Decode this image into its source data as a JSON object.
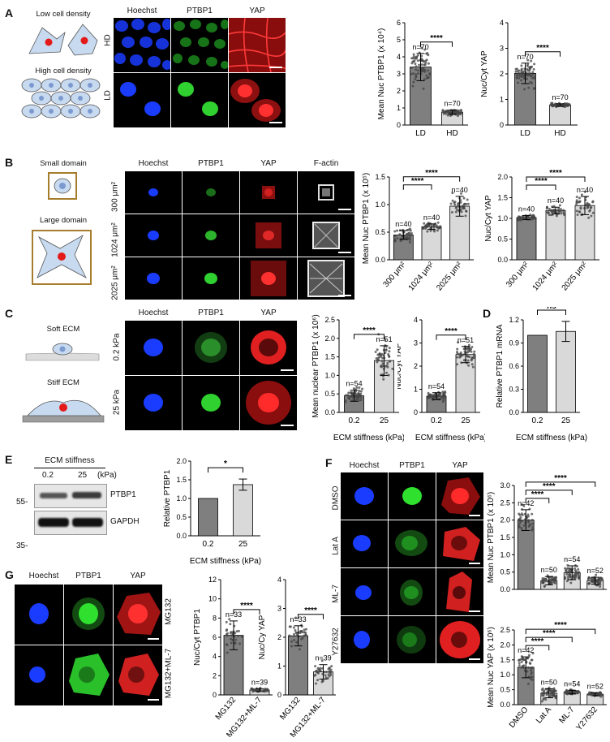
{
  "panels": [
    "A",
    "B",
    "C",
    "D",
    "E",
    "F",
    "G"
  ],
  "channels": {
    "hoechst": "Hoechst",
    "ptbp1": "PTBP1",
    "yap": "YAP",
    "factin": "F-actin"
  },
  "panelA": {
    "cartoon": [
      "Low cell density",
      "High cell density"
    ],
    "rows": [
      "HD",
      "LD"
    ]
  },
  "panelB": {
    "cartoon": [
      "Small domain",
      "Large domain"
    ],
    "rows": [
      "300 μm²",
      "1024 μm²",
      "2025 μm²"
    ]
  },
  "panelC": {
    "cartoon": [
      "Soft ECM",
      "Stiff ECM"
    ],
    "rows": [
      "0.2 kPa",
      "25 kPa"
    ]
  },
  "panelE": {
    "header": "ECM stiffness",
    "lanes": [
      "0.2",
      "25"
    ],
    "unit": "(kPa)",
    "bands": [
      "PTBP1",
      "GAPDH"
    ],
    "markers": [
      "55-",
      "35-"
    ]
  },
  "panelF": {
    "rows": [
      "DMSO",
      "Lat A",
      "ML-7",
      "Y27632"
    ]
  },
  "panelG": {
    "rows": [
      "MG132",
      "MG132+ML-7"
    ]
  },
  "colors": {
    "hoechst": "#1a3cff",
    "ptbp1": "#2fd02f",
    "yap": "#e41a1a",
    "bar_dark": "#7f7f7f",
    "bar_light": "#d9d9d9"
  },
  "chart_data": [
    {
      "id": "A1",
      "type": "bar",
      "categories": [
        "LD",
        "HD"
      ],
      "values": [
        3.4,
        0.75
      ],
      "errors": [
        0.8,
        0.12
      ],
      "n": [
        "n=70",
        "n=70"
      ],
      "ylabel": "Mean Nuc PTBP1 (x 10⁴)",
      "yticks": [
        0,
        1,
        2,
        3,
        4,
        5,
        6
      ],
      "ylim": [
        0,
        6
      ],
      "sig": [
        "****"
      ],
      "pairs": [
        [
          0,
          1
        ]
      ],
      "xlabel": ""
    },
    {
      "id": "A2",
      "type": "bar",
      "categories": [
        "LD",
        "HD"
      ],
      "values": [
        2.02,
        0.78
      ],
      "errors": [
        0.4,
        0.05
      ],
      "n": [
        "n=70",
        "n=70"
      ],
      "ylabel": "Nuc/Cyt YAP",
      "yticks": [
        0,
        1,
        2,
        3,
        4
      ],
      "ylim": [
        0,
        4
      ],
      "sig": [
        "****"
      ],
      "pairs": [
        [
          0,
          1
        ]
      ],
      "xlabel": ""
    },
    {
      "id": "B1",
      "type": "bar",
      "categories": [
        "300 μm²",
        "1024 μm²",
        "2025 μm²"
      ],
      "values": [
        0.45,
        0.6,
        0.97
      ],
      "errors": [
        0.08,
        0.05,
        0.18
      ],
      "n": [
        "n=40",
        "n=40",
        "n=40"
      ],
      "ylabel": "Mean Nuc PTBP1 (x 10⁵)",
      "yticks": [
        0.0,
        0.5,
        1.0,
        1.5
      ],
      "ylim": [
        0,
        1.5
      ],
      "sig": [
        "****",
        "****"
      ],
      "pairs": [
        [
          0,
          1
        ],
        [
          0,
          2
        ]
      ],
      "xlabel": ""
    },
    {
      "id": "B2",
      "type": "bar",
      "categories": [
        "300 μm²",
        "1024 μm²",
        "2025 μm²"
      ],
      "values": [
        1.02,
        1.19,
        1.31
      ],
      "errors": [
        0.05,
        0.08,
        0.22
      ],
      "n": [
        "n=40",
        "n=40",
        "n=40"
      ],
      "ylabel": "Nuc/Cyt YAP",
      "yticks": [
        0.0,
        0.5,
        1.0,
        1.5,
        2.0
      ],
      "ylim": [
        0,
        2.0
      ],
      "sig": [
        "****",
        "****"
      ],
      "pairs": [
        [
          0,
          1
        ],
        [
          0,
          2
        ]
      ],
      "xlabel": ""
    },
    {
      "id": "C1",
      "type": "bar",
      "categories": [
        "0.2",
        "25"
      ],
      "values": [
        0.45,
        1.4
      ],
      "errors": [
        0.15,
        0.4
      ],
      "n": [
        "n=54",
        "n=51"
      ],
      "ylabel": "Mean nuclear PTBP1 (x 10⁶)",
      "yticks": [
        0.0,
        0.5,
        1.0,
        1.5,
        2.0,
        2.5
      ],
      "ylim": [
        0,
        2.5
      ],
      "sig": [
        "****"
      ],
      "pairs": [
        [
          0,
          1
        ]
      ],
      "xlabel": "ECM stiffness (kPa)"
    },
    {
      "id": "C2",
      "type": "bar",
      "categories": [
        "0.2",
        "25"
      ],
      "values": [
        0.7,
        2.5
      ],
      "errors": [
        0.15,
        0.35
      ],
      "n": [
        "n=54",
        "n=51"
      ],
      "ylabel": "Nuc/Cyt YAP",
      "yticks": [
        0,
        1,
        2,
        3,
        4
      ],
      "ylim": [
        0,
        4
      ],
      "sig": [
        "****"
      ],
      "pairs": [
        [
          0,
          1
        ]
      ],
      "xlabel": "ECM stiffness (kPa)"
    },
    {
      "id": "D",
      "type": "bar",
      "categories": [
        "0.2",
        "25"
      ],
      "values": [
        1.0,
        1.05
      ],
      "errors": [
        0,
        0.13
      ],
      "n": [
        "",
        ""
      ],
      "ylabel": "Relative PTBP1 mRNA",
      "yticks": [
        0.0,
        0.3,
        0.6,
        0.9,
        1.2
      ],
      "ylim": [
        0,
        1.2
      ],
      "sig": [
        "ns"
      ],
      "pairs": [
        [
          0,
          1
        ]
      ],
      "xlabel": "ECM stiffness (kPa)"
    },
    {
      "id": "E",
      "type": "bar",
      "categories": [
        "0.2",
        "25"
      ],
      "values": [
        1.0,
        1.37
      ],
      "errors": [
        0,
        0.15
      ],
      "n": [
        "",
        ""
      ],
      "ylabel": "Relative PTBP1",
      "yticks": [
        0.0,
        0.5,
        1.0,
        1.5,
        2.0
      ],
      "ylim": [
        0,
        2.0
      ],
      "sig": [
        "*"
      ],
      "pairs": [
        [
          0,
          1
        ]
      ],
      "xlabel": "ECM stiffness (kPa)"
    },
    {
      "id": "F1",
      "type": "bar",
      "categories": [
        "DMSO",
        "Lat A",
        "ML-7",
        "Y27632"
      ],
      "values": [
        2.0,
        0.25,
        0.48,
        0.25
      ],
      "errors": [
        0.3,
        0.12,
        0.2,
        0.1
      ],
      "n": [
        "n=42",
        "n=50",
        "n=54",
        "n=52"
      ],
      "ylabel": "Mean Nuc PTBP1 (x 10⁶)",
      "yticks": [
        0.0,
        0.5,
        1.0,
        1.5,
        2.0,
        2.5,
        3.0
      ],
      "ylim": [
        0,
        3.0
      ],
      "sig": [
        "****",
        "****",
        "****"
      ],
      "pairs": [
        [
          0,
          1
        ],
        [
          0,
          2
        ],
        [
          0,
          3
        ]
      ],
      "xlabel": ""
    },
    {
      "id": "F2",
      "type": "bar",
      "categories": [
        "DMSO",
        "Lat A",
        "ML-7",
        "Y27632"
      ],
      "values": [
        1.25,
        0.38,
        0.42,
        0.35
      ],
      "errors": [
        0.35,
        0.15,
        0.06,
        0.05
      ],
      "n": [
        "n=42",
        "n=50",
        "n=54",
        "n=52"
      ],
      "ylabel": "Mean Nuc YAP (x 10⁶)",
      "yticks": [
        0.0,
        0.5,
        1.0,
        1.5,
        2.0,
        2.5
      ],
      "ylim": [
        0,
        2.5
      ],
      "sig": [
        "****",
        "****",
        "****"
      ],
      "pairs": [
        [
          0,
          1
        ],
        [
          0,
          2
        ],
        [
          0,
          3
        ]
      ],
      "xlabel": ""
    },
    {
      "id": "G1",
      "type": "bar",
      "categories": [
        "MG132",
        "MG132+ML-7"
      ],
      "values": [
        6.2,
        0.5
      ],
      "errors": [
        1.5,
        0.15
      ],
      "n": [
        "n=33",
        "n=39"
      ],
      "ylabel": "Nuc/Cyt PTBP1",
      "yticks": [
        0,
        2,
        4,
        6,
        8,
        10,
        12
      ],
      "ylim": [
        0,
        12
      ],
      "sig": [
        "****"
      ],
      "pairs": [
        [
          0,
          1
        ]
      ],
      "xlabel": ""
    },
    {
      "id": "G2",
      "type": "bar",
      "categories": [
        "MG132",
        "MG132+ML-7"
      ],
      "values": [
        2.05,
        0.8
      ],
      "errors": [
        0.35,
        0.25
      ],
      "n": [
        "n=33",
        "n=39"
      ],
      "ylabel": "Nuc/Cy YAP",
      "yticks": [
        0,
        1,
        2,
        3,
        4
      ],
      "ylim": [
        0,
        4
      ],
      "sig": [
        "****"
      ],
      "pairs": [
        [
          0,
          1
        ]
      ],
      "xlabel": ""
    }
  ]
}
